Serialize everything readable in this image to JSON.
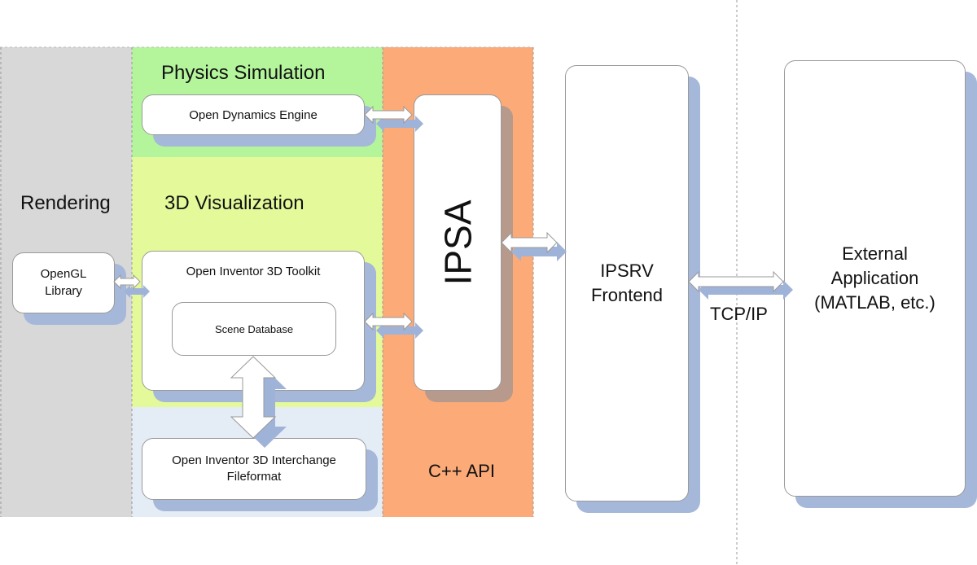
{
  "regions": {
    "rendering": "Rendering",
    "physics": "Physics Simulation",
    "visualization": "3D Visualization",
    "cpp_api": "C++ API"
  },
  "boxes": {
    "ode": "Open Dynamics Engine",
    "opengl": "OpenGL\nLibrary",
    "inventor": "Open Inventor 3D Toolkit",
    "scene_db": "Scene Database",
    "fileformat": "Open Inventor 3D Interchange\nFileformat",
    "ipsa": "IPSA",
    "ipsrv": "IPSRV\nFrontend",
    "external": "External\nApplication\n(MATLAB, etc.)"
  },
  "links": {
    "tcpip": "TCP/IP"
  },
  "colors": {
    "rendering_bg": "#d8d8d8",
    "physics_bg": "#b4f59c",
    "visualization_bg": "#e4fa9a",
    "fileformat_bg": "#e4ecf6",
    "cpp_bg": "#fcaa78",
    "shadow": "#a6b8d9"
  }
}
